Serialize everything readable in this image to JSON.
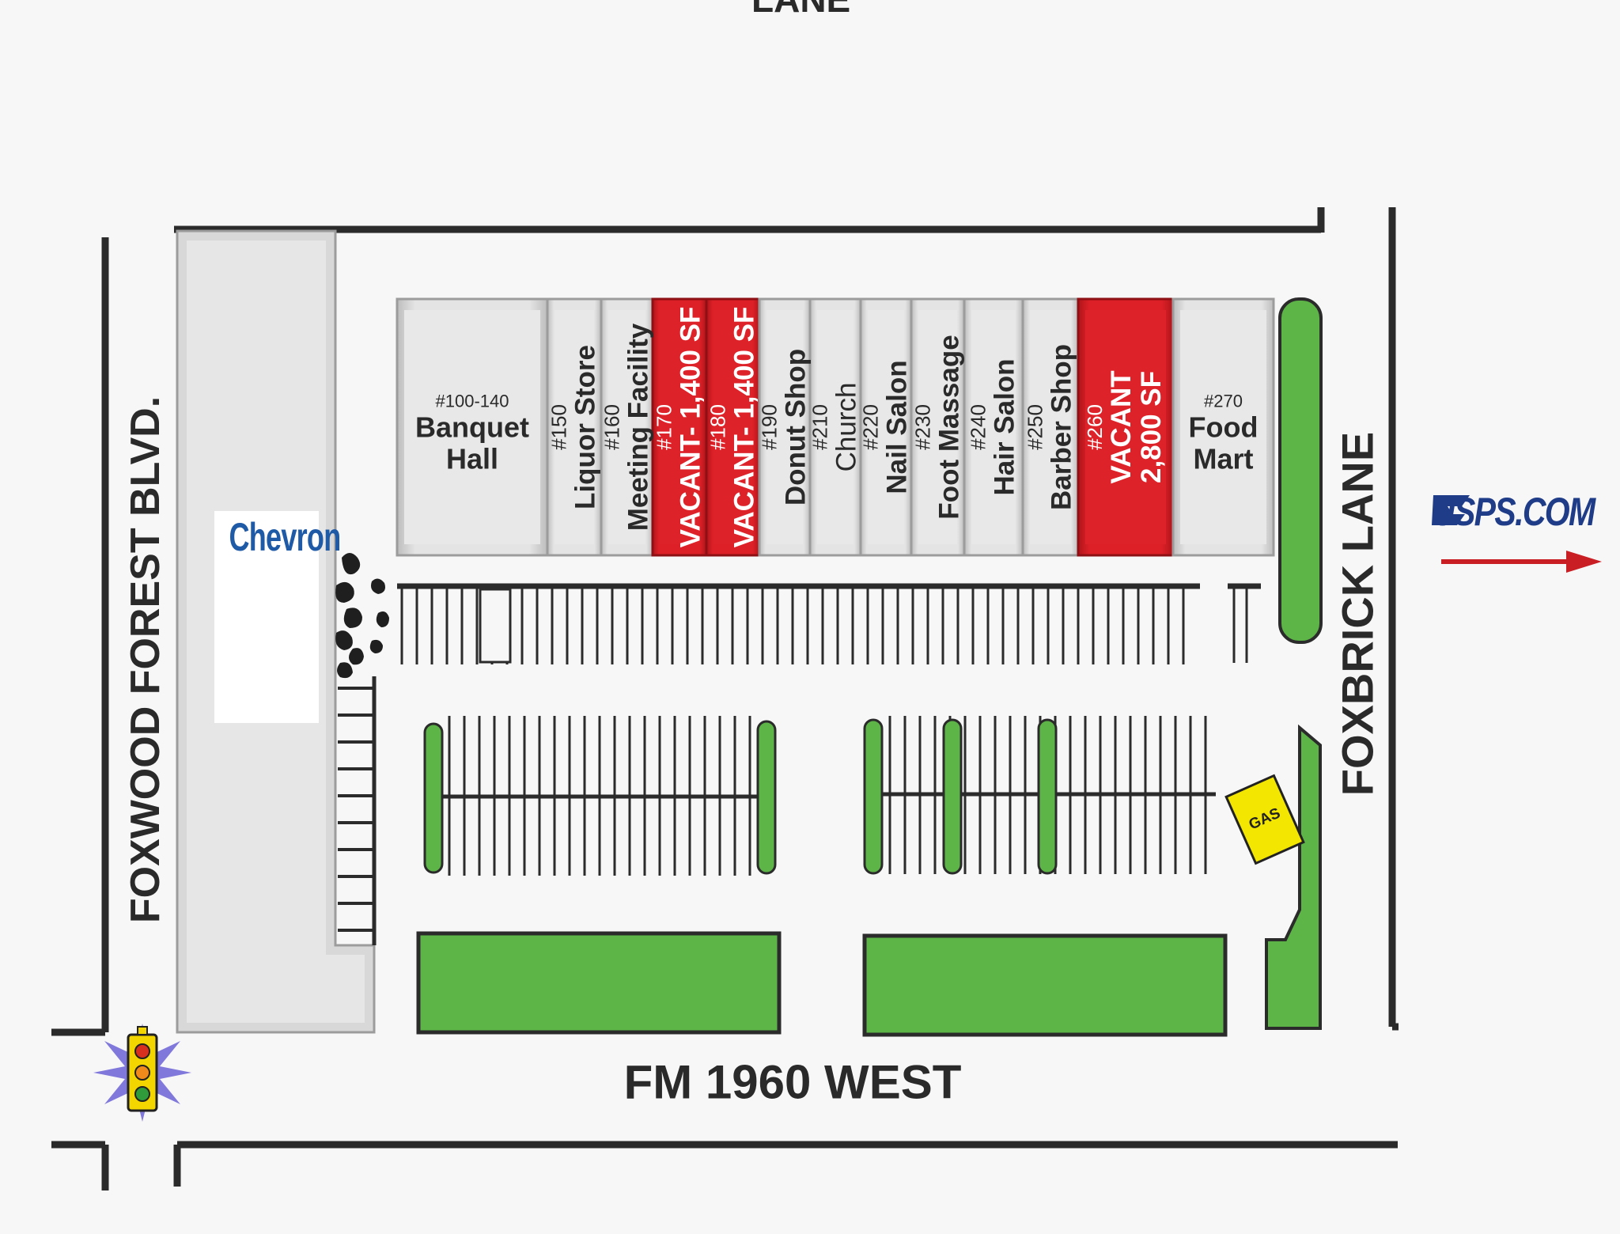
{
  "roads": {
    "top_partial": "LANE",
    "west": "FOXWOOD FOREST BLVD.",
    "east": "FOXBRICK LANE",
    "south": "FM 1960 WEST"
  },
  "anchor": {
    "brand": "Chevron"
  },
  "units": [
    {
      "number": "#100-140",
      "name": "Banquet Hall",
      "vacant": false
    },
    {
      "number": "#150",
      "name": "Liquor Store",
      "vacant": false
    },
    {
      "number": "#160",
      "name": "Meeting Facility",
      "vacant": false
    },
    {
      "number": "#170",
      "name": "VACANT- 1,400 SF",
      "vacant": true
    },
    {
      "number": "#180",
      "name": "VACANT- 1,400 SF",
      "vacant": true
    },
    {
      "number": "#190",
      "name": "Donut Shop",
      "vacant": false
    },
    {
      "number": "#210",
      "name": "Church",
      "vacant": false
    },
    {
      "number": "#220",
      "name": "Nail Salon",
      "vacant": false
    },
    {
      "number": "#230",
      "name": "Foot Massage",
      "vacant": false
    },
    {
      "number": "#240",
      "name": "Hair Salon",
      "vacant": false
    },
    {
      "number": "#250",
      "name": "Barber Shop",
      "vacant": false
    },
    {
      "number": "#260",
      "name": "VACANT",
      "size": "2,800 SF",
      "vacant": true
    },
    {
      "number": "#270",
      "name": "Food Mart",
      "vacant": false
    }
  ],
  "gas_label": "GAS",
  "usps_label": "USPS.COM",
  "colors": {
    "vacant": "#d81e25",
    "occupied": "#e0e0e0",
    "landscape": "#5db547",
    "road_line": "#2b2b2b",
    "gas": "#f3e600"
  },
  "icons": [
    "traffic-light-icon",
    "chevron-logo-icon",
    "usps-eagle-icon",
    "arrow-right-icon"
  ]
}
